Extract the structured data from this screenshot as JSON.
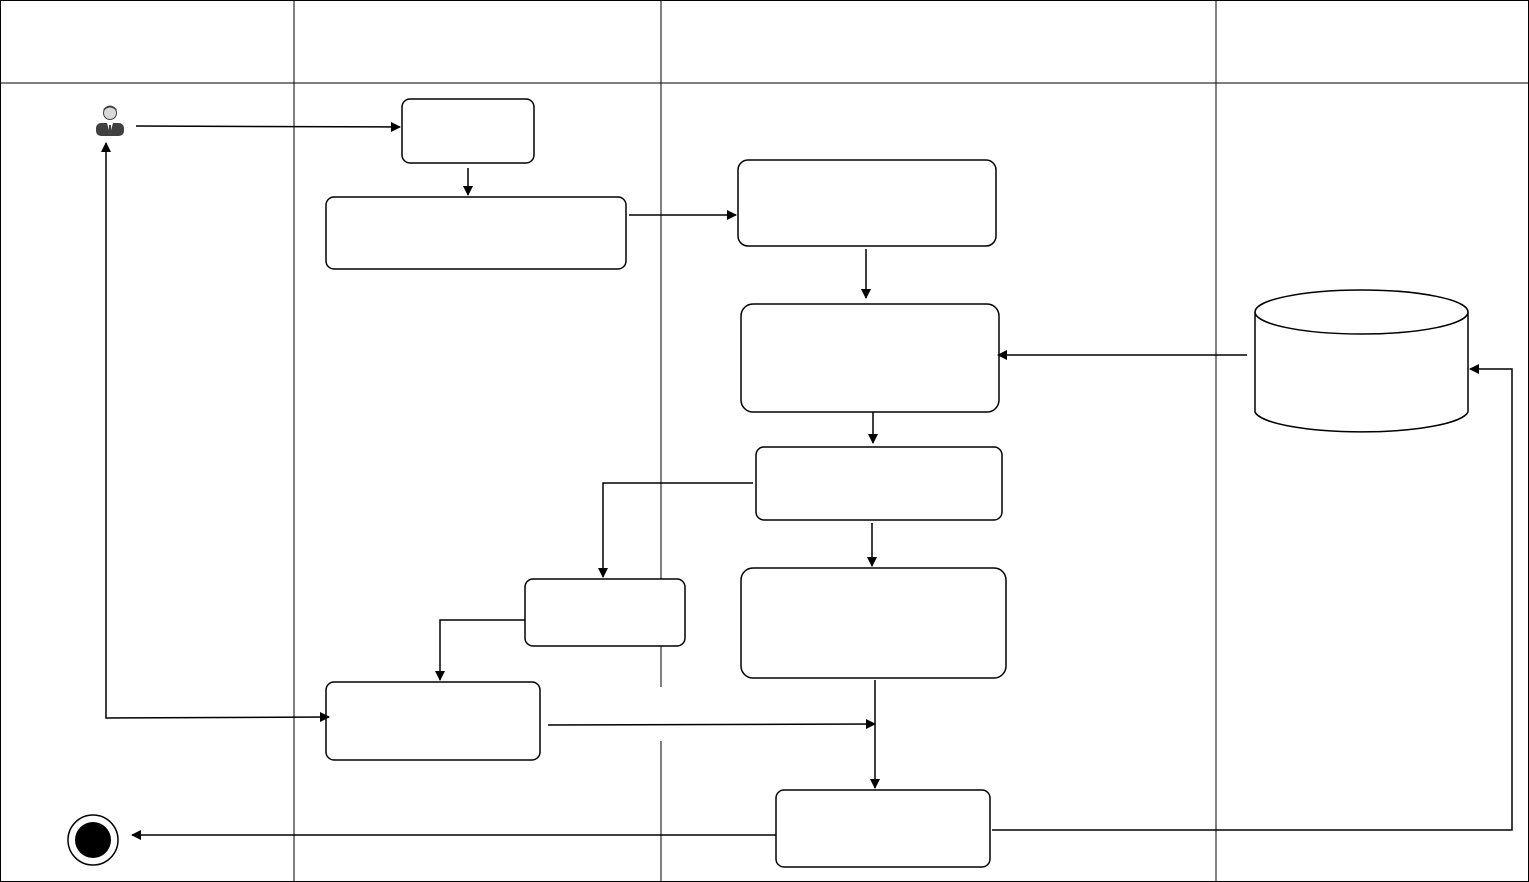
{
  "diagram": {
    "type": "swimlane-activity",
    "lanes": [
      {
        "id": "lane-1",
        "title": ""
      },
      {
        "id": "lane-2",
        "title": ""
      },
      {
        "id": "lane-3",
        "title": ""
      },
      {
        "id": "lane-4",
        "title": ""
      }
    ],
    "nodes": [
      {
        "id": "actor",
        "kind": "actor",
        "icon": "user-icon"
      },
      {
        "id": "box-1",
        "kind": "process",
        "label": ""
      },
      {
        "id": "box-2",
        "kind": "process",
        "label": ""
      },
      {
        "id": "box-3",
        "kind": "process",
        "label": ""
      },
      {
        "id": "box-4",
        "kind": "process",
        "label": ""
      },
      {
        "id": "box-5",
        "kind": "process",
        "label": ""
      },
      {
        "id": "box-6",
        "kind": "process",
        "label": ""
      },
      {
        "id": "box-7",
        "kind": "process",
        "label": ""
      },
      {
        "id": "box-8",
        "kind": "process",
        "label": ""
      },
      {
        "id": "box-9",
        "kind": "process",
        "label": ""
      },
      {
        "id": "database",
        "kind": "datastore",
        "icon": "database-icon",
        "label": ""
      },
      {
        "id": "end",
        "kind": "end",
        "icon": "end-node-icon"
      }
    ],
    "edges": [
      {
        "from": "actor",
        "to": "box-1"
      },
      {
        "from": "box-1",
        "to": "box-2"
      },
      {
        "from": "box-2",
        "to": "box-3"
      },
      {
        "from": "box-3",
        "to": "box-4"
      },
      {
        "from": "database",
        "to": "box-4"
      },
      {
        "from": "box-4",
        "to": "box-5"
      },
      {
        "from": "box-5",
        "to": "box-7"
      },
      {
        "from": "box-5",
        "to": "box-6"
      },
      {
        "from": "box-7",
        "to": "box-8"
      },
      {
        "from": "box-8",
        "to": "actor"
      },
      {
        "from": "box-8",
        "to": "box-9"
      },
      {
        "from": "box-6",
        "to": "box-9"
      },
      {
        "from": "box-9",
        "to": "end"
      },
      {
        "from": "box-9",
        "to": "database"
      }
    ],
    "colors": {
      "stroke": "#000000",
      "fill": "#ffffff",
      "actor_head": "#d9d9d9",
      "actor_body": "#404040"
    }
  }
}
